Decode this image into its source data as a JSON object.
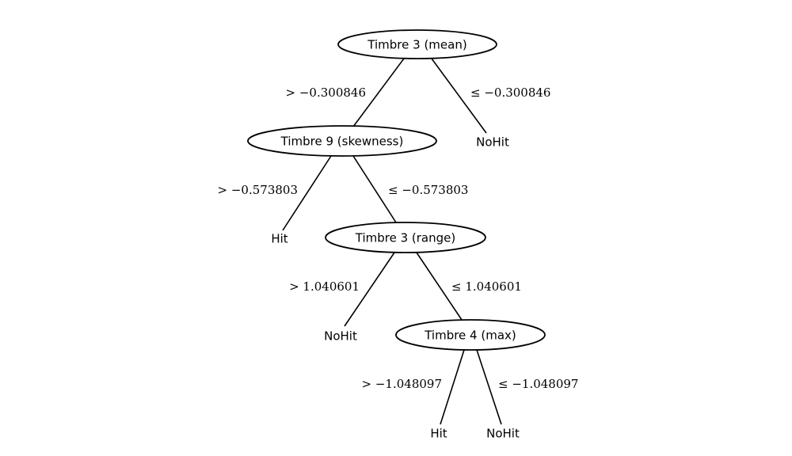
{
  "nodes": [
    {
      "id": "n1",
      "kind": "split",
      "label": "Timbre 3 (mean)"
    },
    {
      "id": "n2",
      "kind": "split",
      "label": "Timbre 9 (skewness)"
    },
    {
      "id": "n3",
      "kind": "leaf",
      "label": "NoHit"
    },
    {
      "id": "n4",
      "kind": "leaf",
      "label": "Hit"
    },
    {
      "id": "n5",
      "kind": "split",
      "label": "Timbre 3 (range)"
    },
    {
      "id": "n6",
      "kind": "leaf",
      "label": "NoHit"
    },
    {
      "id": "n7",
      "kind": "split",
      "label": "Timbre 4 (max)"
    },
    {
      "id": "n8",
      "kind": "leaf",
      "label": "Hit"
    },
    {
      "id": "n9",
      "kind": "leaf",
      "label": "NoHit"
    }
  ],
  "edges": [
    {
      "from": "n1",
      "to": "n2",
      "label": "> −0.300846"
    },
    {
      "from": "n1",
      "to": "n3",
      "label": "≤ −0.300846"
    },
    {
      "from": "n2",
      "to": "n4",
      "label": "> −0.573803"
    },
    {
      "from": "n2",
      "to": "n5",
      "label": "≤ −0.573803"
    },
    {
      "from": "n5",
      "to": "n6",
      "label": "> 1.040601"
    },
    {
      "from": "n5",
      "to": "n7",
      "label": "≤ 1.040601"
    },
    {
      "from": "n7",
      "to": "n8",
      "label": "> −1.048097"
    },
    {
      "from": "n7",
      "to": "n9",
      "label": "≤ −1.048097"
    }
  ]
}
